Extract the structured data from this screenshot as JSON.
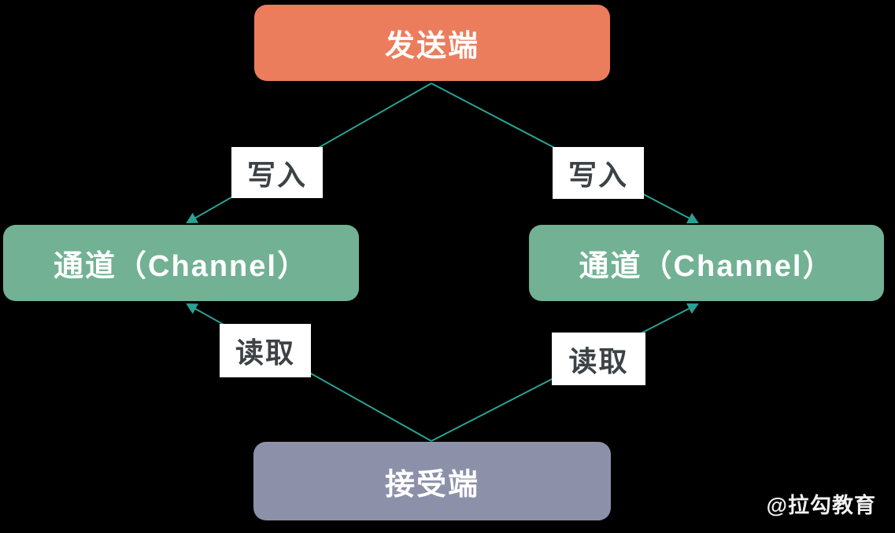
{
  "diagram": {
    "background_color": "#000000",
    "line_color": "#2AA193",
    "edge_label_bg_color": "#FFFFFF",
    "edge_label_text_color": "#3C4245",
    "nodes": {
      "sender": {
        "label": "发送端",
        "color": "#EB7D5D",
        "text_color": "#FFFFFF"
      },
      "channel_left": {
        "label": "通道（Channel）",
        "color": "#72B194",
        "text_color": "#FFFFFF"
      },
      "channel_right": {
        "label": "通道（Channel）",
        "color": "#72B194",
        "text_color": "#FFFFFF"
      },
      "receiver": {
        "label": "接受端",
        "color": "#8D90A9",
        "text_color": "#FFFFFF"
      }
    },
    "edges": {
      "write_left": {
        "label": "写入",
        "from": "sender",
        "to": "channel_left"
      },
      "write_right": {
        "label": "写入",
        "from": "sender",
        "to": "channel_right"
      },
      "read_left": {
        "label": "读取",
        "from": "receiver",
        "to": "channel_left"
      },
      "read_right": {
        "label": "读取",
        "from": "receiver",
        "to": "channel_right"
      }
    },
    "watermark": "@拉勾教育"
  }
}
